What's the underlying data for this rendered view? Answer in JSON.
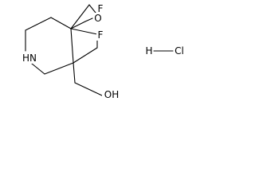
{
  "structure": {
    "atoms": {
      "fluorine_top": "F",
      "oxygen_bridge": "O",
      "fluorine_mid": "F",
      "nitrogen": "HN",
      "hydroxyl": "OH"
    },
    "salt": {
      "hydrogen": "H",
      "chlorine": "Cl"
    }
  }
}
